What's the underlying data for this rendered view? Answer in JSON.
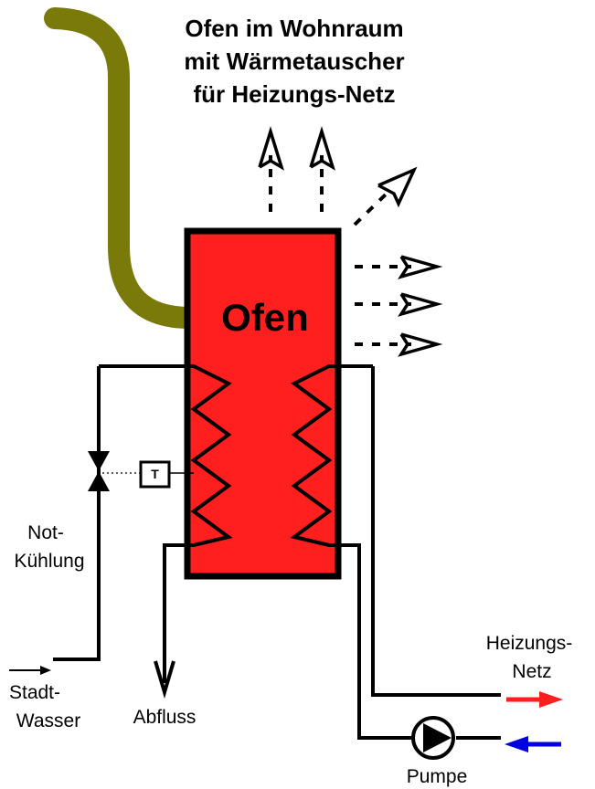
{
  "title": {
    "line1": "Ofen im Wohnraum",
    "line2": "mit Wärmetauscher",
    "line3": "für Heizungs-Netz"
  },
  "oven": {
    "label": "Ofen",
    "fill_color": "#ff1f1f"
  },
  "chimney": {
    "color": "#7a7a0a"
  },
  "thermostat": {
    "label": "T"
  },
  "labels": {
    "emergency_cooling_line1": "Not-",
    "emergency_cooling_line2": "Kühlung",
    "city_water_line1": "Stadt-",
    "city_water_line2": "Wasser",
    "drain": "Abfluss",
    "heating_net_line1": "Heizungs-",
    "heating_net_line2": "Netz",
    "pump": "Pumpe"
  },
  "colors": {
    "supply_arrow": "#ff1f1f",
    "return_arrow": "#0000e0"
  }
}
